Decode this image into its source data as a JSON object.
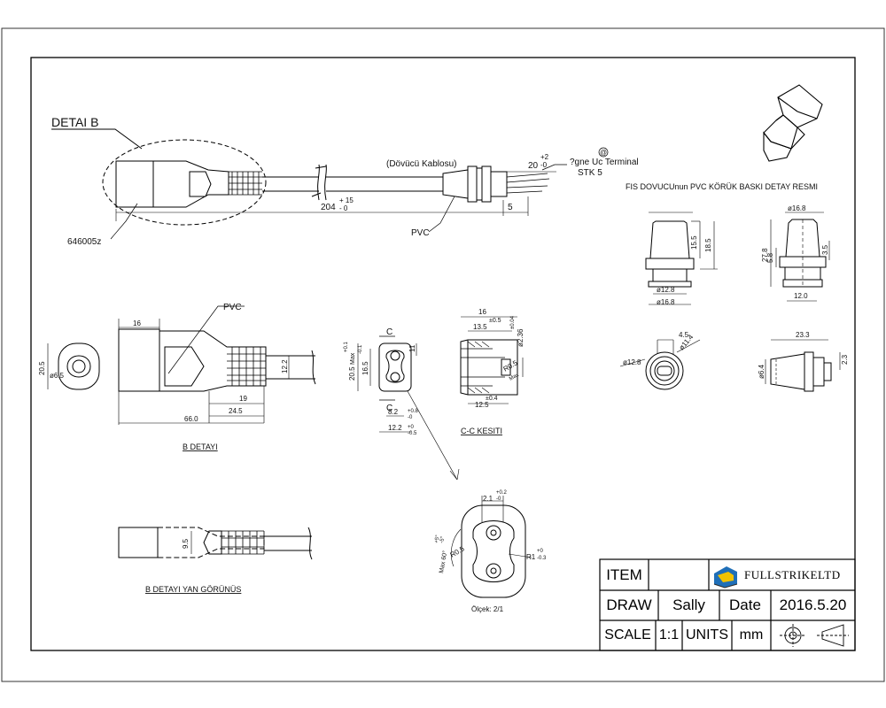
{
  "drawing": {
    "detail_b_callout": "DETAI B",
    "part_code": "646005z",
    "cable_label": "(Dövücü Kablosu)",
    "terminal_label": "?gne Uc Terminal",
    "terminal_count": "STK 5",
    "pvc_top": "PVC",
    "length_main": "204",
    "length_main_tol_plus": "+ 15",
    "length_main_tol_minus": "- 0",
    "length_strip": "20",
    "length_strip_tol_plus": "+2",
    "length_strip_tol_minus": "-0",
    "length_end": "5",
    "circled_mark": "@",
    "section_title": "FIS DOVUCUnun PVC KÖRÜK BASKI DETAY RESMI",
    "pvc_detail": "PVC",
    "b_detail_title": "B DETAYI",
    "b_side_title": "B DETAYI YAN GÖRÜNÜS",
    "cc_title": "C-C KESITI",
    "scale_note": "Ölçek: 2/1",
    "section_mark": "C",
    "dims": {
      "d16_8a": "ø16.8",
      "d15_5": "15.5",
      "d18_5": "18.5",
      "d12_8a": "ø12.8",
      "d16_8b": "ø16.8",
      "d27_8": "27.8",
      "d5_8": "5.8",
      "d3_5": "3.5",
      "d12_0": "12.0",
      "d4_5": "4.5",
      "d11_4": "ø11.4",
      "d12_8b": "ø12.8",
      "d23_3": "23.3",
      "d6_4": "ø6.4",
      "d2_3": "2.3",
      "b16": "16",
      "b12_2": "12.2",
      "b19": "19",
      "b24_5": "24.5",
      "b66_0": "66.0",
      "b20_5": "20.5",
      "b6_5": "ø6.5",
      "c20_5": "20.5",
      "c_max": "Max",
      "c16_5": "16.5",
      "c11": "11",
      "c8_2": "8.2",
      "c12_2": "12.2",
      "c_tol_p01": "+0.1",
      "c_tol_m01": "-0.1",
      "c_tol_p08": "+0.8",
      "c_tol_m0": "-0",
      "c_tol_p0": "+0",
      "c_tol_m05": "-0.5",
      "k16": "16",
      "k13_5": "13.5",
      "k_pm05": "±0.5",
      "k2_3": "ø2.36",
      "k_pm004": "±0.04",
      "k_r05": "R0.5",
      "k_max": "Max",
      "k12_5": "12.5",
      "k_pm04": "±0.4",
      "s2_1": "2.1",
      "s_tol_p02": "+0.2",
      "s_tol_m0": "-0",
      "s_r05": "R0.5",
      "s_r1": "R1",
      "s_r1_tol_p": "+0",
      "s_r1_tol_m": "-0.3",
      "s_max60": "Max 60°",
      "s_tol_p5": "+5°",
      "s_tol_m5": "-5°",
      "side_9_5": "9.5"
    }
  },
  "title_block": {
    "item_label": "ITEM",
    "item_value": "",
    "company": "FULLSTRIKELTD",
    "draw_label": "DRAW",
    "draw_value": "Sally",
    "date_label": "Date",
    "date_value": "2016.5.20",
    "scale_label": "SCALE",
    "scale_value": "1:1",
    "units_label": "UNITS",
    "units_value": "mm",
    "projection_icon": "first-angle-projection-icon",
    "logo_icon": "fullstrike-logo-icon",
    "colors": {
      "logo_blue": "#1f6fb8",
      "logo_yellow": "#f2c200",
      "logo_dark": "#2a2a2a"
    }
  }
}
